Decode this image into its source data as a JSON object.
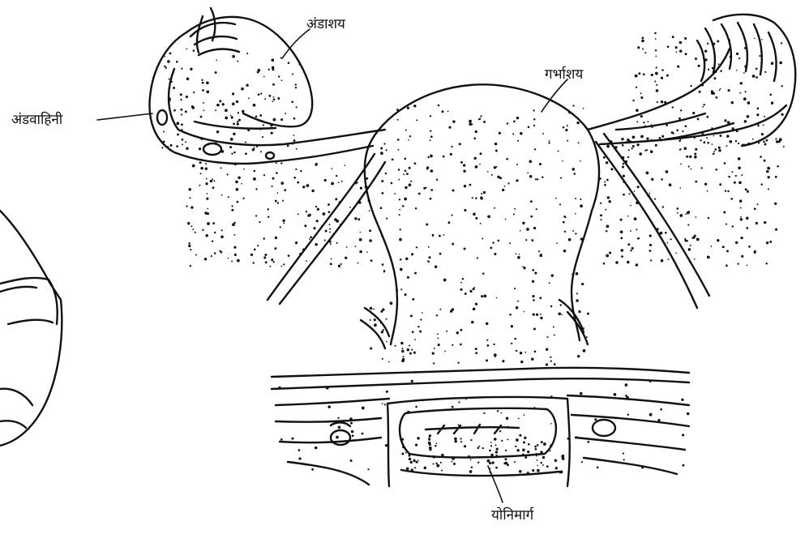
{
  "labels": {
    "ovary": "अंडाशय",
    "uterus": "गर्भाशय",
    "fallopian_tube": "अंडवाहिनी",
    "vagina": "योनिमार्ग"
  },
  "colors": {
    "ink": "#111111",
    "background": "#ffffff"
  }
}
